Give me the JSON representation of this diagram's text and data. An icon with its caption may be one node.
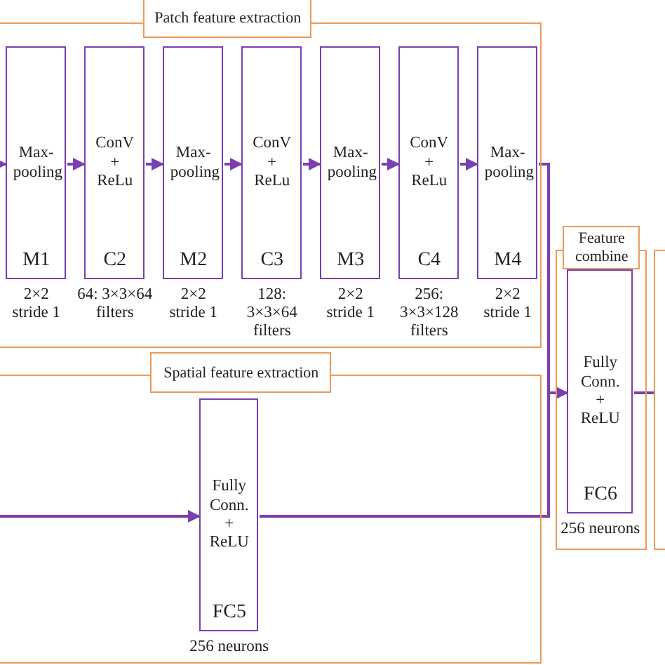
{
  "diagram": {
    "nodes": [
      {
        "text": [
          "Patch feature extraction"
        ]
      },
      {
        "text": [
          "Max-pooling",
          "M1"
        ],
        "beside": [
          "2×2 stride 1"
        ],
        "in": 0
      },
      {
        "text": [
          "ConV + ReLu",
          "C2"
        ],
        "beside": [
          "64: 3×3×64 filters"
        ],
        "in": 0
      },
      {
        "text": [
          "Max-pooling",
          "M2"
        ],
        "beside": [
          "2×2 stride 1"
        ],
        "in": 0
      },
      {
        "text": [
          "ConV + ReLu",
          "C3"
        ],
        "beside": [
          "128: 3×3×64 filters"
        ],
        "in": 0
      },
      {
        "text": [
          "Max-pooling",
          "M3"
        ],
        "beside": [
          "2×2 stride 1"
        ],
        "in": 0
      },
      {
        "text": [
          "ConV + ReLu",
          "C4"
        ],
        "beside": [
          "256: 3×3×128 filters"
        ],
        "in": 0
      },
      {
        "text": [
          "Max-pooling",
          "M4"
        ],
        "beside": [
          "2×2 stride 1"
        ],
        "in": 0
      },
      {
        "text": [
          "Spatial feature extraction"
        ]
      },
      {
        "text": [
          "Fully Conn. + ReLU",
          "FC5"
        ],
        "beside": [
          "256 neurons"
        ],
        "in": 8
      },
      {
        "text": [
          "Feature combine"
        ]
      },
      {
        "text": [
          "Fully Conn. + ReLU",
          "FC6"
        ],
        "beside": [
          "256 neurons"
        ],
        "in": 10
      },
      {
        "text": [],
        "shape": "box"
      }
    ],
    "edges": [
      {
        "from": null,
        "to": 1,
        "arrow": "to"
      },
      {
        "from": 1,
        "to": 2,
        "arrow": "to"
      },
      {
        "from": 2,
        "to": 3,
        "arrow": "to"
      },
      {
        "from": 3,
        "to": 4,
        "arrow": "to"
      },
      {
        "from": 4,
        "to": 5,
        "arrow": "to"
      },
      {
        "from": 5,
        "to": 6,
        "arrow": "to"
      },
      {
        "from": 6,
        "to": 7,
        "arrow": "to"
      },
      {
        "from": 7,
        "to": 11,
        "arrow": "to"
      },
      {
        "from": null,
        "to": 9,
        "arrow": "to"
      },
      {
        "from": 9,
        "to": 11,
        "arrow": "to"
      },
      {
        "from": 11,
        "to": 12,
        "arrow": "none"
      }
    ]
  }
}
